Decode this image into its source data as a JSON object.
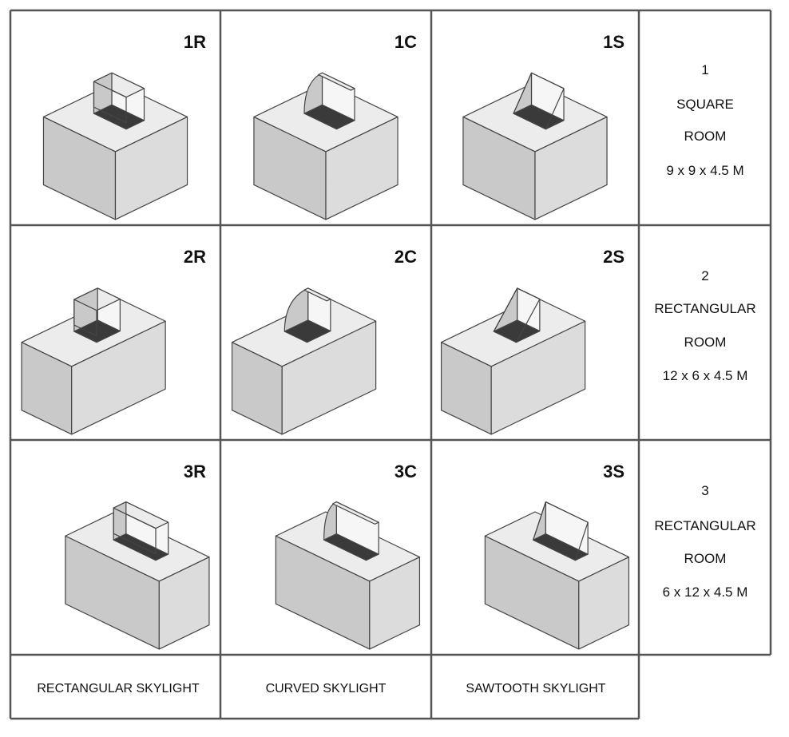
{
  "cells": [
    {
      "id": "1R",
      "room": 1,
      "skylight": "rectangular"
    },
    {
      "id": "1C",
      "room": 1,
      "skylight": "curved"
    },
    {
      "id": "1S",
      "room": 1,
      "skylight": "sawtooth"
    },
    {
      "id": "2R",
      "room": 2,
      "skylight": "rectangular"
    },
    {
      "id": "2C",
      "room": 2,
      "skylight": "curved"
    },
    {
      "id": "2S",
      "room": 2,
      "skylight": "sawtooth"
    },
    {
      "id": "3R",
      "room": 3,
      "skylight": "rectangular"
    },
    {
      "id": "3C",
      "room": 3,
      "skylight": "curved"
    },
    {
      "id": "3S",
      "room": 3,
      "skylight": "sawtooth"
    }
  ],
  "rows": [
    {
      "number": "1",
      "lines": [
        "SQUARE",
        "ROOM",
        "9 x 9 x 4.5 M"
      ]
    },
    {
      "number": "2",
      "lines": [
        "RECTANGULAR",
        "ROOM",
        "12 x 6 x 4.5 M"
      ]
    },
    {
      "number": "3",
      "lines": [
        "RECTANGULAR",
        "ROOM",
        "6 x 12 x 4.5 M"
      ]
    }
  ],
  "columns": [
    {
      "label": "RECTANGULAR SKYLIGHT"
    },
    {
      "label": "CURVED SKYLIGHT"
    },
    {
      "label": "SAWTOOTH SKYLIGHT"
    }
  ],
  "colors": {
    "grid": "#555555",
    "top_face": "#ececec",
    "left_face": "#c9c9c9",
    "right_face": "#dcdcdc",
    "opening": "#3a3a3a",
    "inner": "#f6f6f6"
  }
}
